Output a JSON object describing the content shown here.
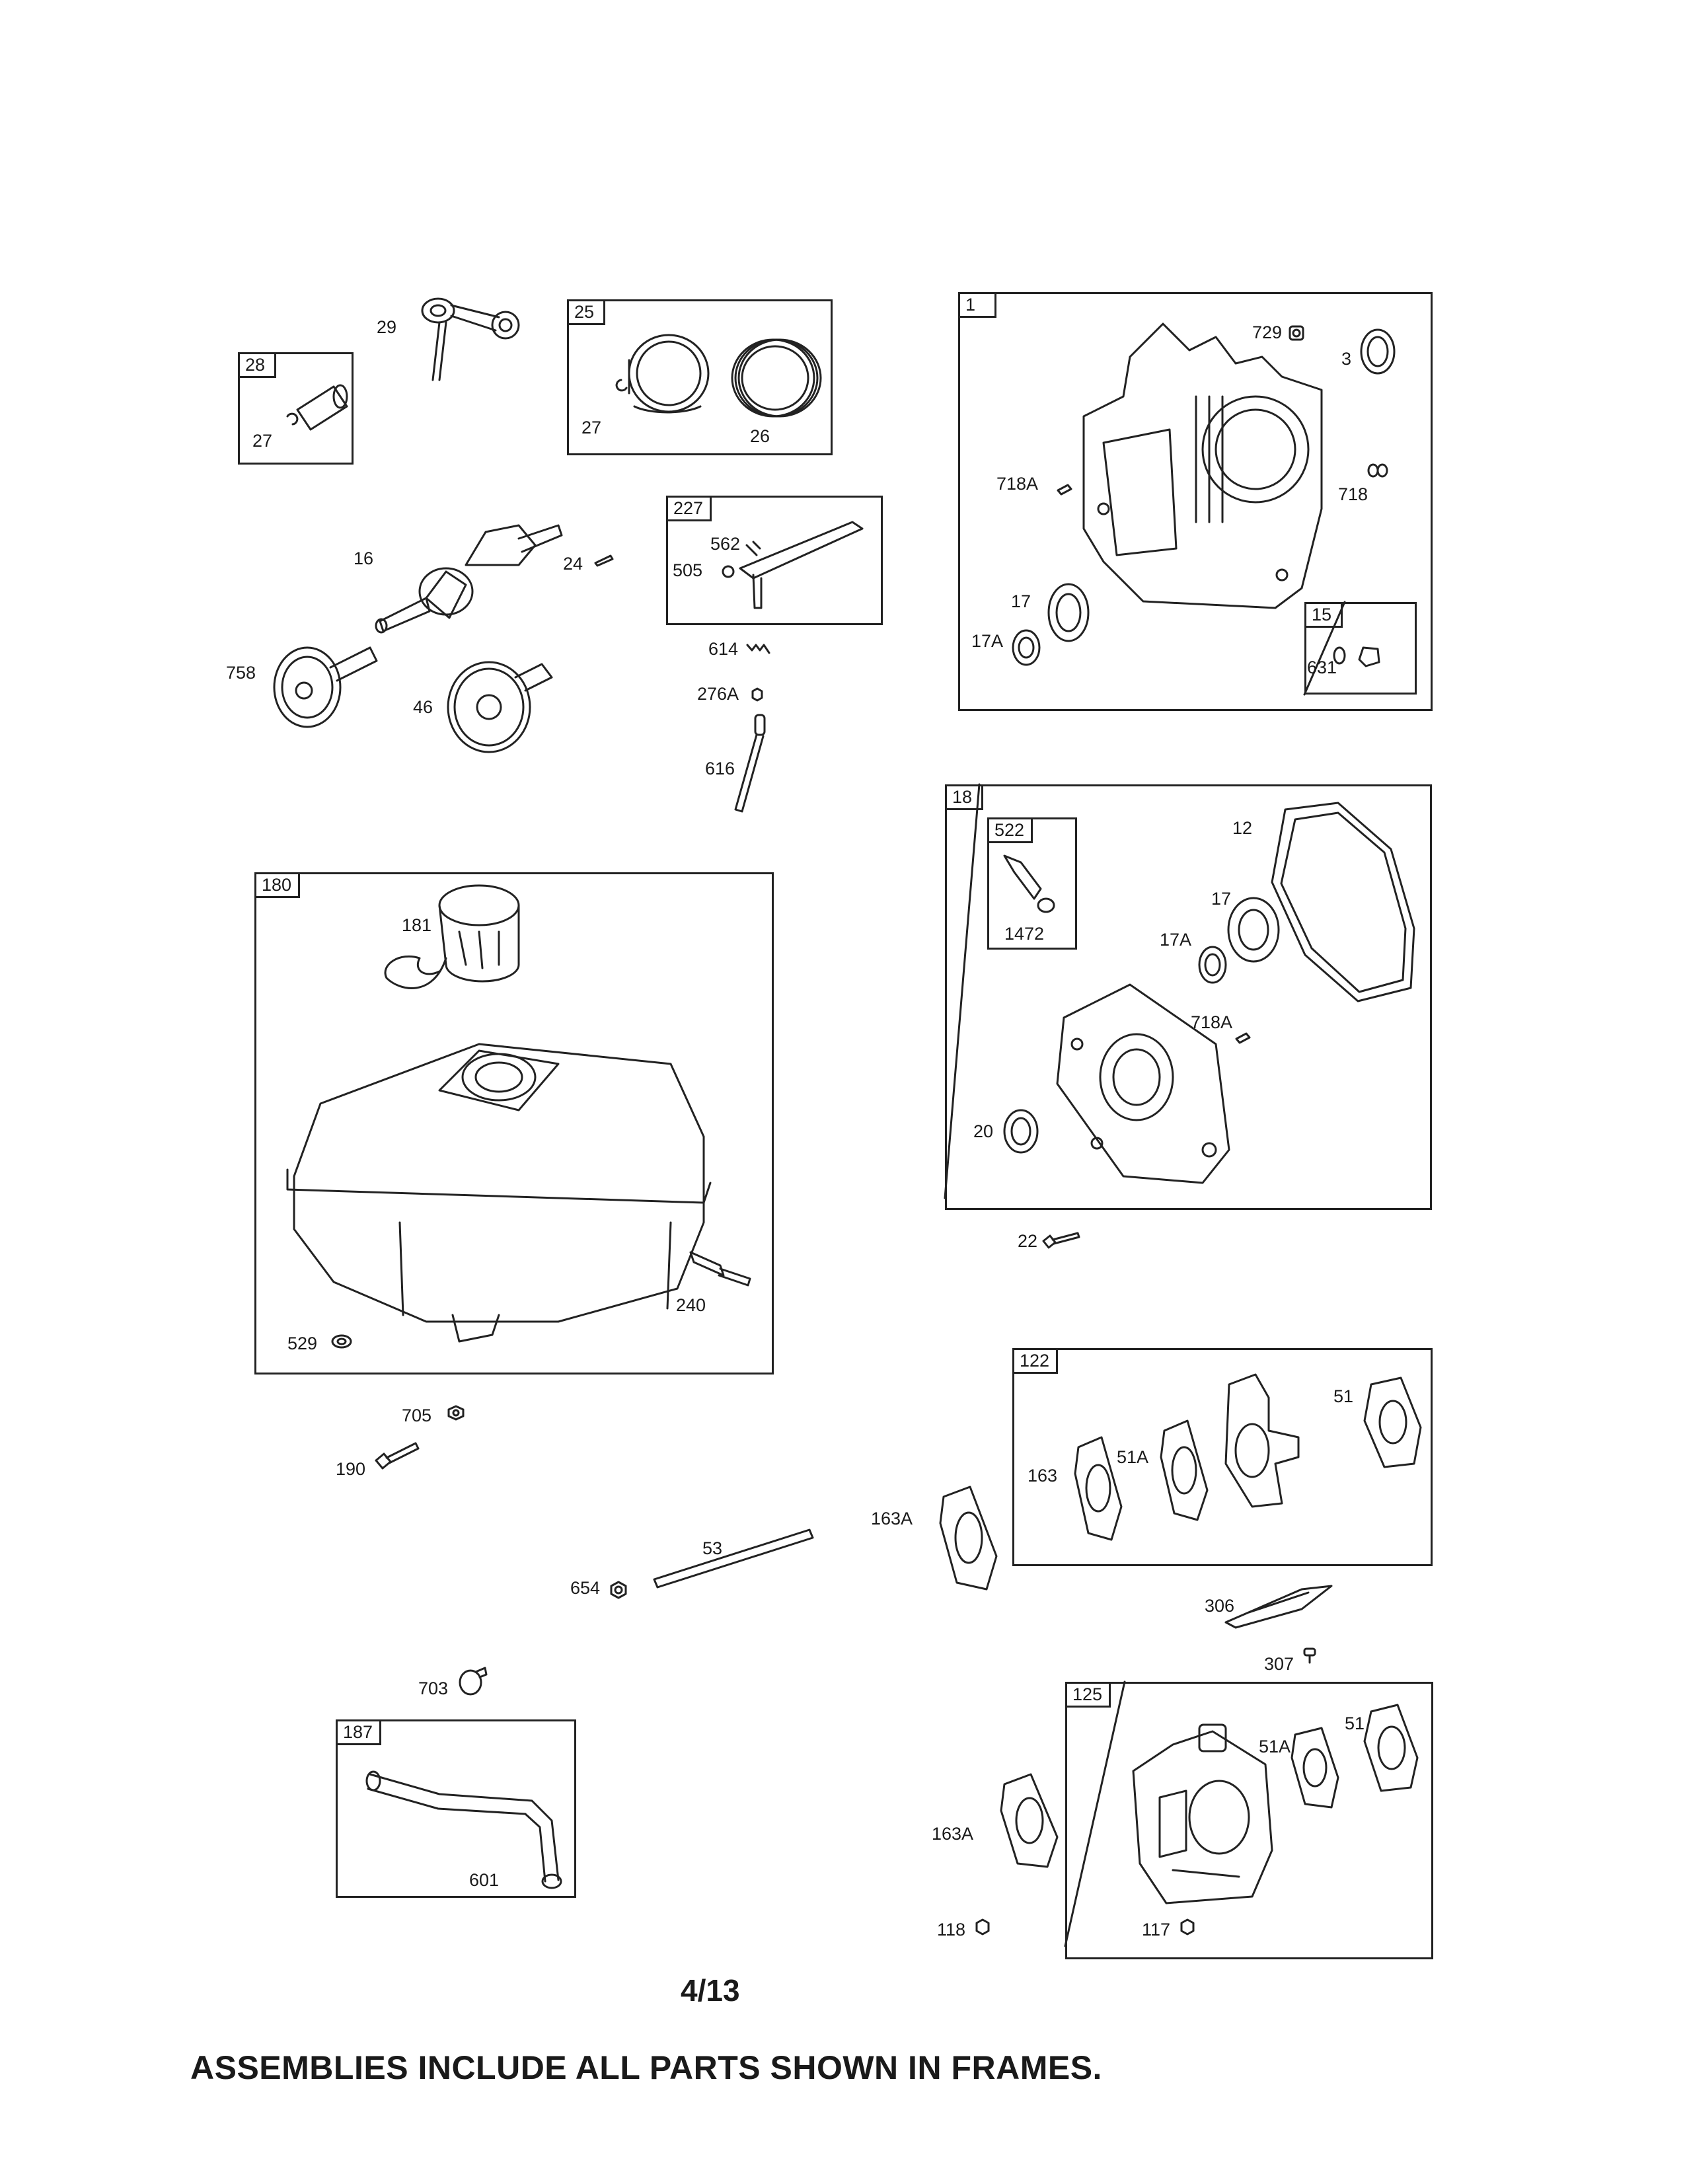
{
  "page_number": "4/13",
  "footer_note": "ASSEMBLIES INCLUDE ALL PARTS SHOWN IN FRAMES.",
  "frames": {
    "f28": "28",
    "f25": "25",
    "f1": "1",
    "f15": "15",
    "f227": "227",
    "f18": "18",
    "f522": "522",
    "f180": "180",
    "f122": "122",
    "f187": "187",
    "f125": "125"
  },
  "labels": {
    "p29": "29",
    "p27a": "27",
    "p27b": "27",
    "p26": "26",
    "p729": "729",
    "p3": "3",
    "p718A_a": "718A",
    "p718": "718",
    "p17_a": "17",
    "p17A_a": "17A",
    "p631": "631",
    "p16": "16",
    "p24": "24",
    "p562": "562",
    "p505": "505",
    "p614": "614",
    "p276A": "276A",
    "p616": "616",
    "p758": "758",
    "p46": "46",
    "p12": "12",
    "p1472": "1472",
    "p17_b": "17",
    "p17A_b": "17A",
    "p718A_b": "718A",
    "p20": "20",
    "p22": "22",
    "p181": "181",
    "p240": "240",
    "p529": "529",
    "p705": "705",
    "p190": "190",
    "p51_a": "51",
    "p51A_a": "51A",
    "p163": "163",
    "p163A_a": "163A",
    "p53": "53",
    "p654": "654",
    "p306": "306",
    "p307": "307",
    "p703": "703",
    "p601": "601",
    "p51_b": "51",
    "p51A_b": "51A",
    "p163A_b": "163A",
    "p118": "118",
    "p117": "117"
  }
}
